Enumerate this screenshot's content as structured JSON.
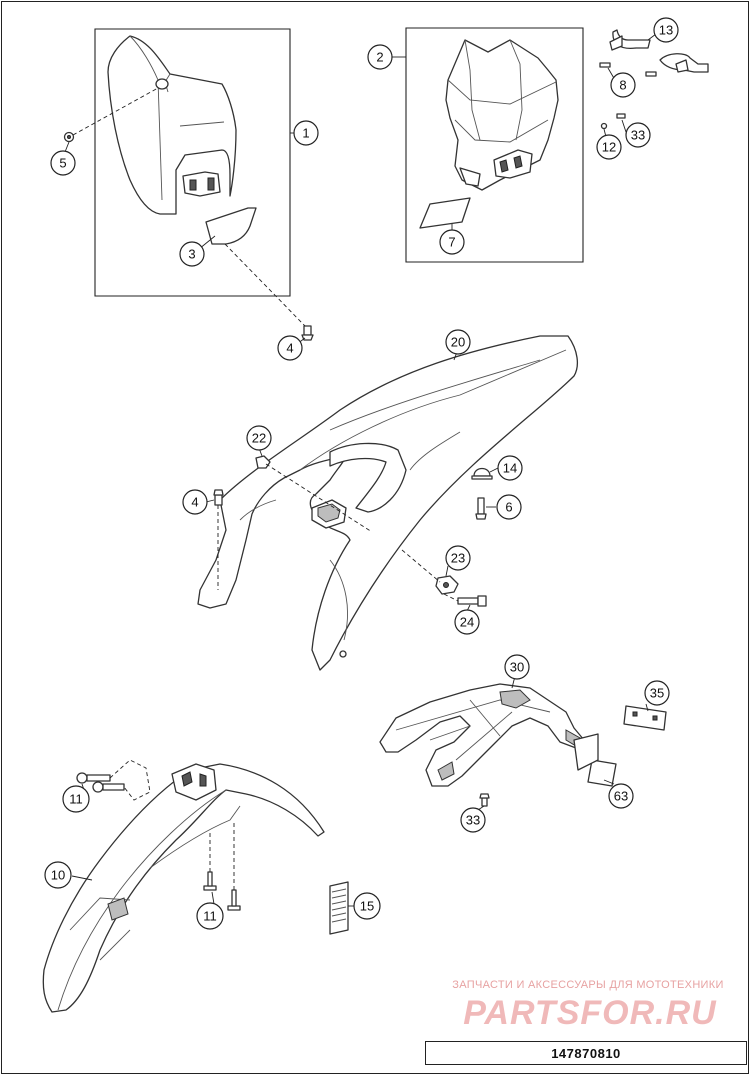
{
  "drawing_number": "147870810",
  "watermark": {
    "tagline": "ЗАПЧАСТИ И АКСЕССУАРЫ ДЛЯ МОТОТЕХНИКИ",
    "logo": "PARTSFOR.RU"
  },
  "callouts": [
    {
      "id": "c1",
      "label": "1"
    },
    {
      "id": "c2",
      "label": "2"
    },
    {
      "id": "c3",
      "label": "3"
    },
    {
      "id": "c4a",
      "label": "4"
    },
    {
      "id": "c4b",
      "label": "4"
    },
    {
      "id": "c5",
      "label": "5"
    },
    {
      "id": "c6",
      "label": "6"
    },
    {
      "id": "c7",
      "label": "7"
    },
    {
      "id": "c8",
      "label": "8"
    },
    {
      "id": "c10",
      "label": "10"
    },
    {
      "id": "c11a",
      "label": "11"
    },
    {
      "id": "c11b",
      "label": "11"
    },
    {
      "id": "c12",
      "label": "12"
    },
    {
      "id": "c13",
      "label": "13"
    },
    {
      "id": "c14",
      "label": "14"
    },
    {
      "id": "c15",
      "label": "15"
    },
    {
      "id": "c20",
      "label": "20"
    },
    {
      "id": "c22",
      "label": "22"
    },
    {
      "id": "c23",
      "label": "23"
    },
    {
      "id": "c24",
      "label": "24"
    },
    {
      "id": "c30",
      "label": "30"
    },
    {
      "id": "c33a",
      "label": "33"
    },
    {
      "id": "c33b",
      "label": "33"
    },
    {
      "id": "c35",
      "label": "35"
    },
    {
      "id": "c63",
      "label": "63"
    }
  ]
}
